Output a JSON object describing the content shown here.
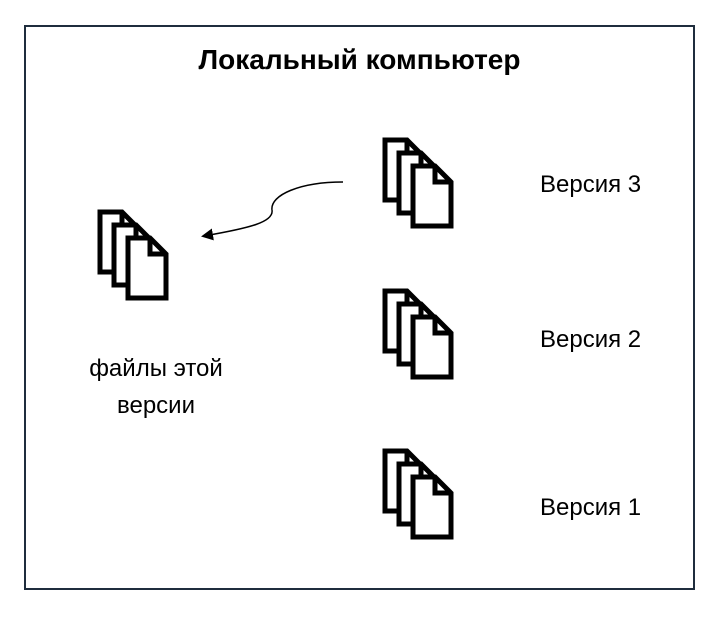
{
  "title": "Локальный компьютер",
  "versions": [
    {
      "label": "Версия 3"
    },
    {
      "label": "Версия 2"
    },
    {
      "label": "Версия 1"
    }
  ],
  "working_copy": {
    "line1": "файлы этой",
    "line2": "версии"
  },
  "icons": {
    "document_stack": "document-stack-icon",
    "arrow": "curved-arrow"
  },
  "colors": {
    "frame_border": "#1f2d3d",
    "stroke": "#000000"
  }
}
